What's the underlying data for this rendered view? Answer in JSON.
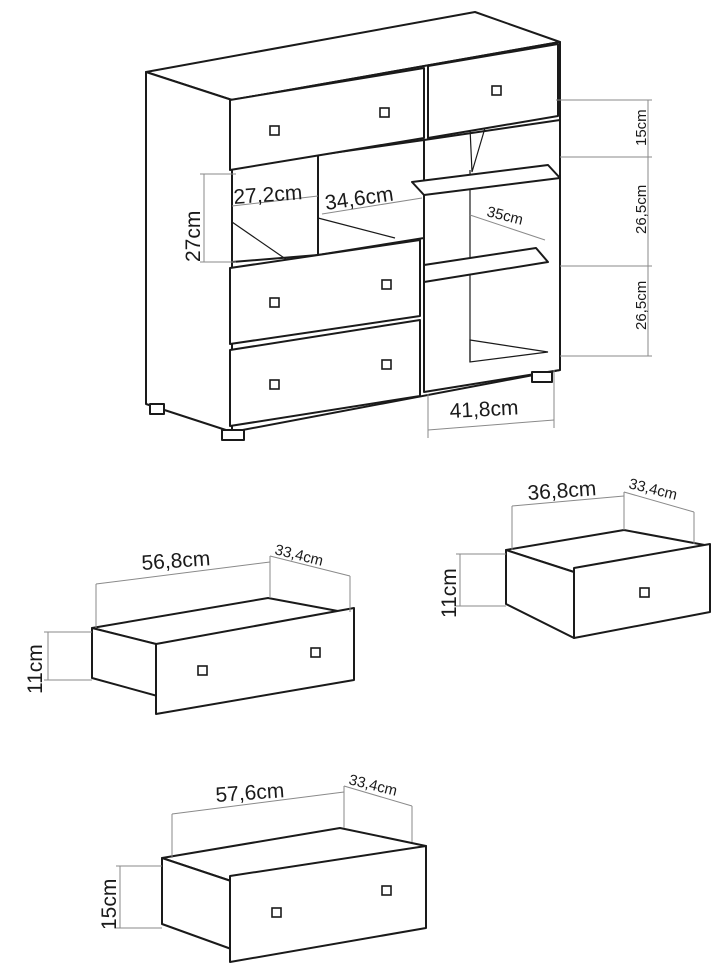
{
  "cabinet": {
    "height_top_drawer": "15cm",
    "height_shelf_upper": "26,5cm",
    "height_shelf_lower": "26,5cm",
    "compartment_height": "27cm",
    "compartment_left_width": "27,2cm",
    "compartment_right_width": "34,6cm",
    "shelf_depth": "35cm",
    "open_section_width": "41,8cm"
  },
  "drawer_large": {
    "width": "56,8cm",
    "depth": "33,4cm",
    "height": "11cm"
  },
  "drawer_small": {
    "width": "36,8cm",
    "depth": "33,4cm",
    "height": "11cm"
  },
  "drawer_deep": {
    "width": "57,6cm",
    "depth": "33,4cm",
    "height": "15cm"
  }
}
